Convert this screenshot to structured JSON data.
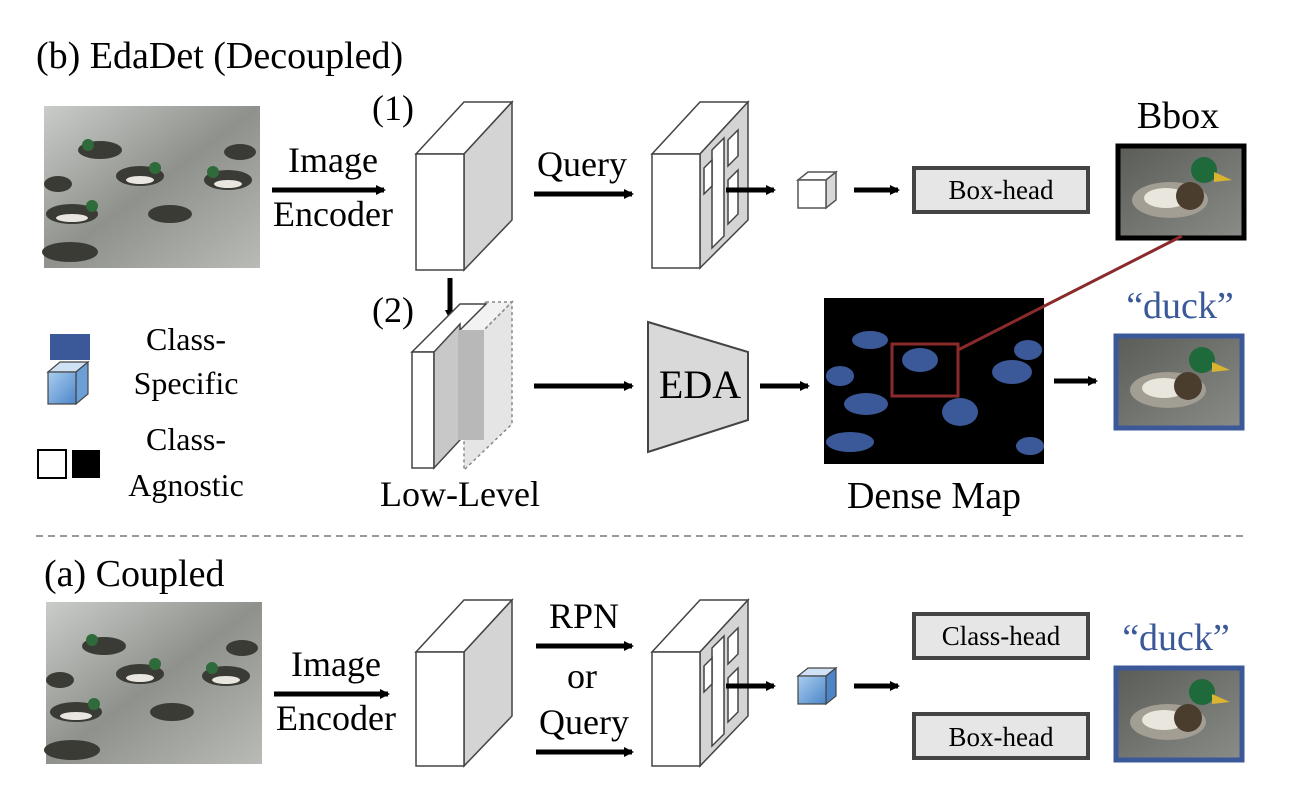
{
  "section_b": {
    "title": "(b) EdaDet (Decoupled)",
    "encoder_label_line1": "Image",
    "encoder_label_line2": "Encoder",
    "step1": "(1)",
    "step2": "(2)",
    "query_label": "Query",
    "box_head": "Box-head",
    "bbox_label": "Bbox",
    "duck_label": "“duck”",
    "low_level_label": "Low-Level",
    "eda_label": "EDA",
    "dense_map_label": "Dense Map"
  },
  "legend": {
    "class_specific_line1": "Class-",
    "class_specific_line2": "Specific",
    "class_agnostic_line1": "Class-",
    "class_agnostic_line2": "Agnostic"
  },
  "section_a": {
    "title": "(a) Coupled",
    "encoder_label_line1": "Image",
    "encoder_label_line2": "Encoder",
    "rpn_label": "RPN",
    "or_label": "or",
    "query_label": "Query",
    "class_head": "Class-head",
    "box_head": "Box-head",
    "duck_label": "“duck”"
  },
  "colors": {
    "class_specific_blue": "#3b5998",
    "class_specific_cube": "#7fb0e0",
    "dense_map_bg": "#000000",
    "bbox_link": "#8b2a2a",
    "duck_text": "#3b5998",
    "head_box_fill": "#e6e6e6",
    "divider": "#9a9a9a"
  }
}
